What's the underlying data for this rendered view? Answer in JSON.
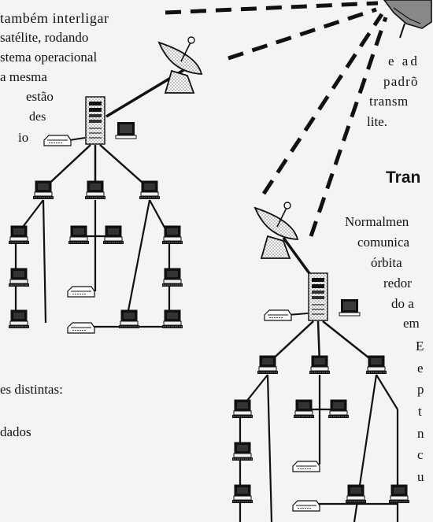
{
  "left_column": {
    "lines": [
      "também interligar",
      "satélite, rodando",
      "stema operacional",
      "a mesma",
      "estão",
      "des",
      "io"
    ],
    "bottom_lines": [
      "es distintas:",
      "dados"
    ]
  },
  "right_column": {
    "top_lines": [
      "e ad",
      "padrõ",
      "transm",
      "lite."
    ],
    "heading": "Tran",
    "body_lines": [
      "Normalmen",
      "comunica",
      "órbita",
      "redor",
      "do a",
      "em",
      "E",
      "e",
      "p",
      "t",
      "n",
      "c",
      "u"
    ]
  },
  "illustration": {
    "subject": "satellite network diagram",
    "colors": {
      "line": "#111111",
      "dish_fill": "#dcdcdc",
      "background": "#f4f4f2"
    }
  }
}
